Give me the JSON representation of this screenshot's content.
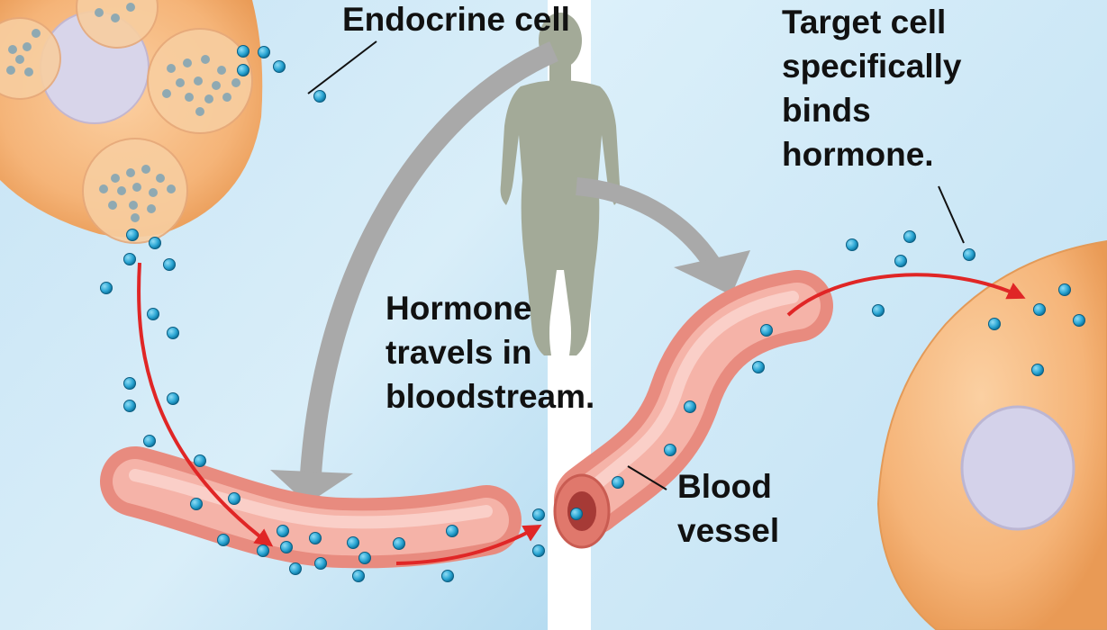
{
  "labels": {
    "endocrine_cell": "Endocrine cell",
    "hormone_travels": [
      "Hormone",
      "travels in",
      "bloodstream."
    ],
    "blood_vessel": [
      "Blood",
      "vessel"
    ],
    "target_cell": [
      "Target cell",
      "specifically",
      "binds",
      "hormone."
    ]
  },
  "colors": {
    "panel_background": "#cfe9f7",
    "cell_orange": "#f5b478",
    "nucleus": "#d4d2ea",
    "hormone_dot": "#2ba6d4",
    "blood_vessel": "#e48c80",
    "flow_arrow": "#e02626",
    "body_silhouette": "#a3aa98",
    "process_arrow": "#a8a8a8"
  },
  "icons": {
    "human": "human-silhouette-icon"
  }
}
